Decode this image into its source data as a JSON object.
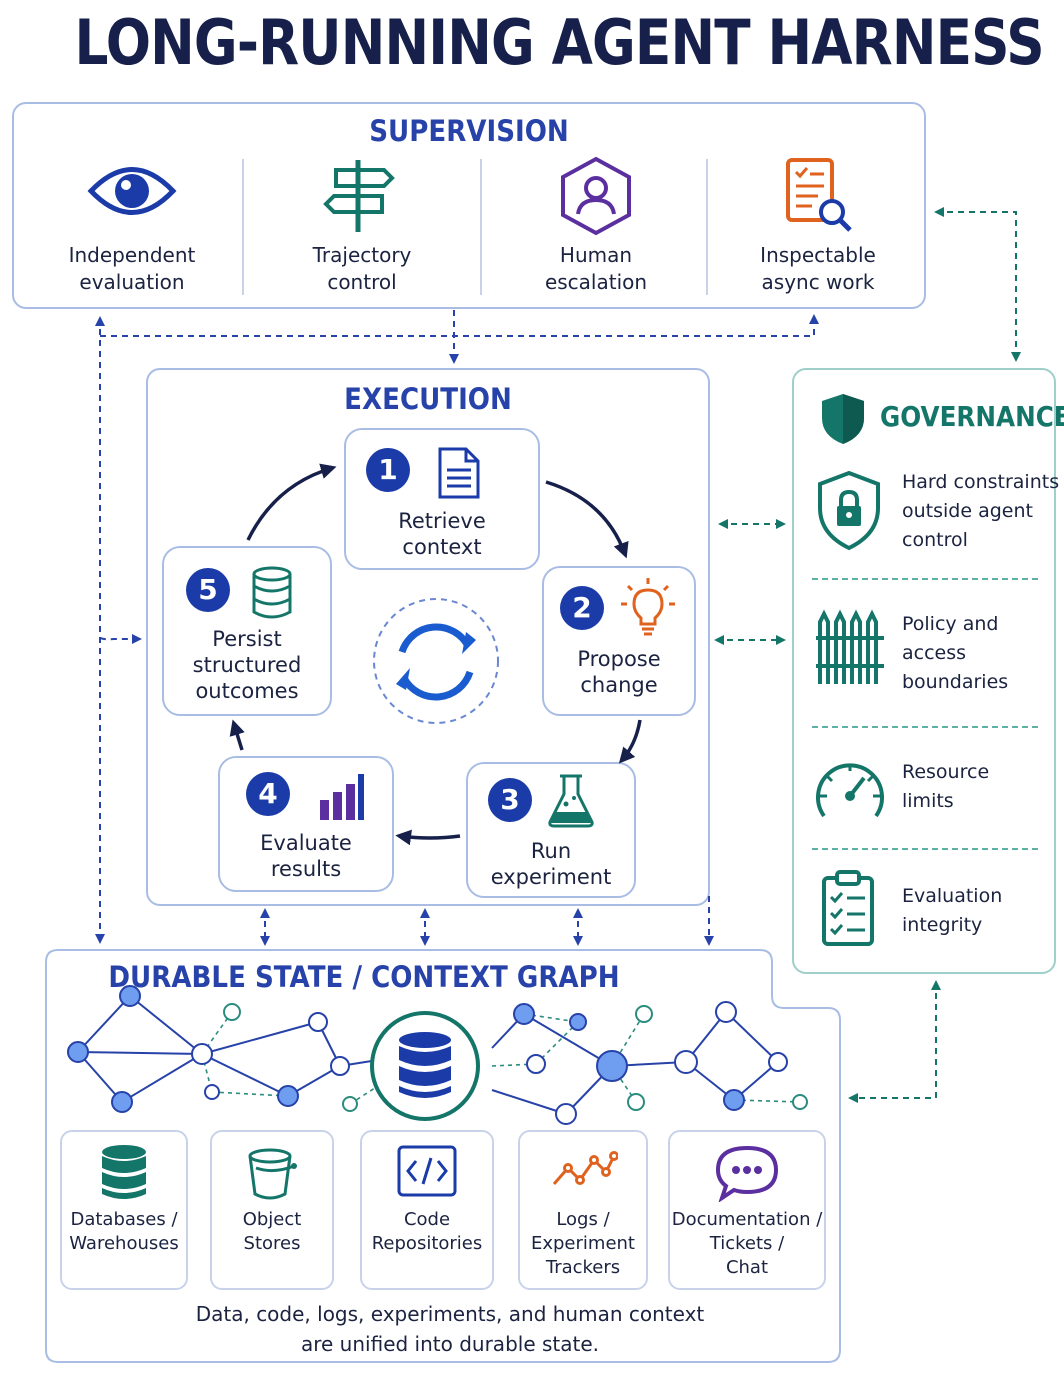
{
  "title": "LONG-RUNNING AGENT HARNESS",
  "supervision": {
    "title": "SUPERVISION",
    "items": [
      {
        "label_1": "Independent",
        "label_2": "evaluation",
        "icon": "eye-icon"
      },
      {
        "label_1": "Trajectory",
        "label_2": "control",
        "icon": "signpost-icon"
      },
      {
        "label_1": "Human",
        "label_2": "escalation",
        "icon": "person-hexagon-icon"
      },
      {
        "label_1": "Inspectable",
        "label_2": "async work",
        "icon": "document-search-icon"
      }
    ]
  },
  "execution": {
    "title": "EXECUTION",
    "steps": [
      {
        "num": "1",
        "label_1": "Retrieve",
        "label_2": "context",
        "icon": "document-icon"
      },
      {
        "num": "2",
        "label_1": "Propose",
        "label_2": "change",
        "icon": "lightbulb-icon"
      },
      {
        "num": "3",
        "label_1": "Run",
        "label_2": "experiment",
        "icon": "flask-icon"
      },
      {
        "num": "4",
        "label_1": "Evaluate",
        "label_2": "results",
        "icon": "bar-chart-icon"
      },
      {
        "num": "5",
        "label_1": "Persist",
        "label_2": "structured",
        "label_3": "outcomes",
        "icon": "database-icon"
      }
    ],
    "center_icon": "cycle-arrows-icon"
  },
  "governance": {
    "title": "GOVERNANCE",
    "title_icon": "shield-icon",
    "items": [
      {
        "lines": [
          "Hard constraints",
          "outside agent",
          "control"
        ],
        "icon": "lock-shield-icon"
      },
      {
        "lines": [
          "Policy and",
          "access",
          "boundaries"
        ],
        "icon": "fence-icon"
      },
      {
        "lines": [
          "Resource",
          "limits"
        ],
        "icon": "gauge-icon"
      },
      {
        "lines": [
          "Evaluation",
          "integrity"
        ],
        "icon": "clipboard-checklist-icon"
      }
    ]
  },
  "durable": {
    "title": "DURABLE STATE / CONTEXT GRAPH",
    "center_icon": "database-icon",
    "stores": [
      {
        "label_1": "Databases /",
        "label_2": "Warehouses",
        "icon": "database-stack-icon"
      },
      {
        "label_1": "Object",
        "label_2": "Stores",
        "icon": "bucket-icon"
      },
      {
        "label_1": "Code",
        "label_2": "Repositories",
        "icon": "code-icon"
      },
      {
        "label_1": "Logs /",
        "label_2": "Experiment",
        "label_3": "Trackers",
        "icon": "line-chart-icon"
      },
      {
        "label_1": "Documentation /",
        "label_2": "Tickets /",
        "label_3": "Chat",
        "icon": "chat-bubble-icon"
      }
    ],
    "note_1": "Data, code, logs, experiments, and human context",
    "note_2": "are unified into durable state."
  },
  "colors": {
    "navy": "#16204a",
    "blue": "#2742a8",
    "teal": "#147569",
    "orange": "#e0621f",
    "purple": "#5b2fa0",
    "border": "#a9bde4"
  }
}
